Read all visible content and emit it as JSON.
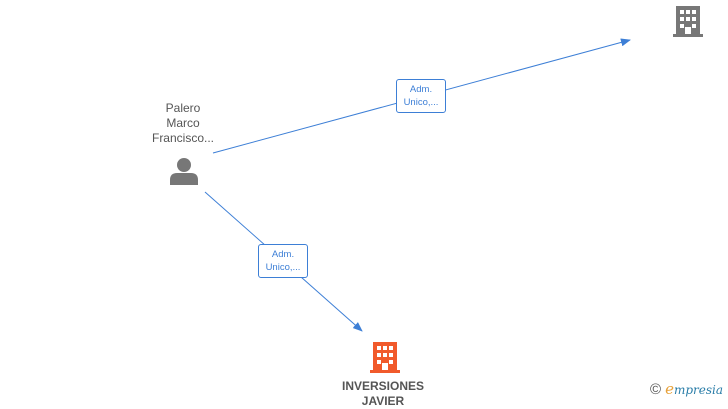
{
  "person": {
    "name_lines": [
      "Palero",
      "Marco",
      "Francisco..."
    ]
  },
  "edges": [
    {
      "label_lines": [
        "Adm.",
        "Unico,..."
      ]
    },
    {
      "label_lines": [
        "Adm.",
        "Unico,..."
      ]
    }
  ],
  "companies": [
    {
      "name_lines": [],
      "color": "#777777"
    },
    {
      "name_lines": [
        "INVERSIONES",
        "JAVIER"
      ],
      "color": "#f15a2b"
    }
  ],
  "colors": {
    "edge": "#3d7fd6",
    "person_icon": "#777777",
    "text": "#555555"
  },
  "brand": {
    "copyright": "©",
    "initial": "e",
    "rest": "mpresia"
  }
}
